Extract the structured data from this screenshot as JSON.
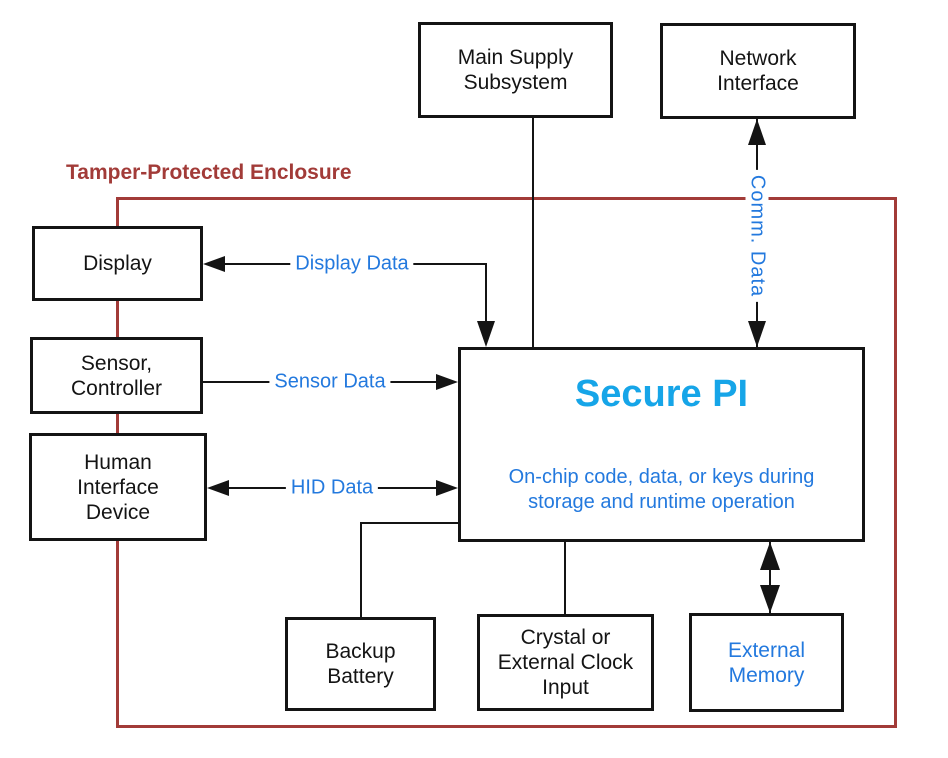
{
  "enclosure": {
    "label": "Tamper-Protected Enclosure"
  },
  "nodes": {
    "main_supply": {
      "lines": [
        "Main Supply",
        "Subsystem"
      ]
    },
    "network_interface": {
      "lines": [
        "Network",
        "Interface"
      ]
    },
    "display": {
      "lines": [
        "Display"
      ]
    },
    "sensor_controller": {
      "lines": [
        "Sensor,",
        "Controller"
      ]
    },
    "human_interface_device": {
      "lines": [
        "Human",
        "Interface",
        "Device"
      ]
    },
    "secure_pi": {
      "title": "Secure PI",
      "description": [
        "On-chip code, data, or keys during",
        "storage and runtime operation"
      ]
    },
    "backup_battery": {
      "lines": [
        "Backup",
        "Battery"
      ]
    },
    "crystal_clock": {
      "lines": [
        "Crystal or",
        "External Clock",
        "Input"
      ]
    },
    "external_memory": {
      "lines": [
        "External",
        "Memory"
      ]
    }
  },
  "edge_labels": {
    "display_data": "Display Data",
    "sensor_data": "Sensor Data",
    "hid_data": "HID Data",
    "comm_data": "Comm. Data"
  },
  "colors": {
    "enclosure_red": "#A23B38",
    "edge_label_blue": "#2379DE",
    "secure_pi_title_blue": "#16A5E8",
    "line_black": "#141414"
  }
}
